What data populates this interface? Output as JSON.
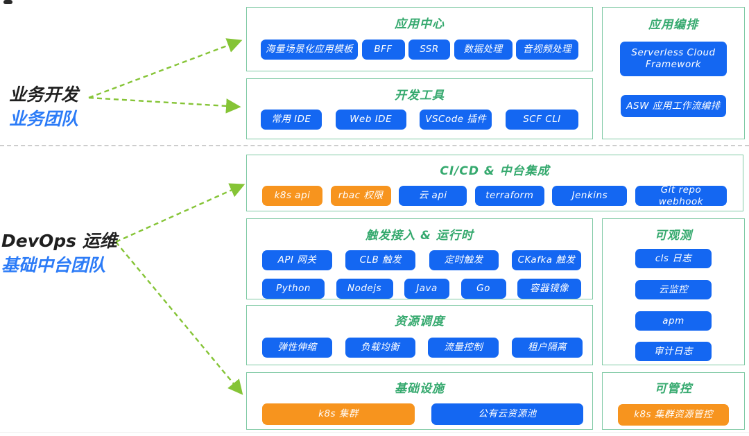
{
  "palette": {
    "pill_blue": "#1467F2",
    "pill_orange": "#F7941E",
    "box_border": "#7FC9A4",
    "title_green": "#35A96E",
    "arrow_green": "#85C436",
    "team_blue": "#2B7BF7",
    "role_black": "#1F1F1F",
    "divider_gray": "#CDCDCD"
  },
  "actors": {
    "business": {
      "role": "业务开发",
      "team": "业务团队"
    },
    "devops": {
      "role": "DevOps 运维",
      "team": "基础中台团队"
    }
  },
  "boxes": {
    "app_center": {
      "title": "应用中心",
      "items": [
        "海量场景化应用模板",
        "BFF",
        "SSR",
        "数据处理",
        "音视频处理"
      ]
    },
    "dev_tools": {
      "title": "开发工具",
      "items": [
        "常用 IDE",
        "Web IDE",
        "VSCode 插件",
        "SCF CLI"
      ]
    },
    "app_orchestration": {
      "title": "应用编排",
      "items": [
        "Serverless Cloud Framework",
        "ASW 应用工作流编排"
      ]
    },
    "cicd": {
      "title": "CI/CD & 中台集成",
      "items": [
        "k8s api",
        "rbac 权限",
        "云 api",
        "terraform",
        "Jenkins",
        "Git repo webhook"
      ]
    },
    "trigger_runtime": {
      "title": "触发接入 & 运行时",
      "row1": [
        "API 网关",
        "CLB 触发",
        "定时触发",
        "CKafka 触发"
      ],
      "row2": [
        "Python",
        "Nodejs",
        "Java",
        "Go",
        "容器镜像"
      ]
    },
    "observability": {
      "title": "可观测",
      "items": [
        "cls 日志",
        "云监控",
        "apm",
        "审计日志"
      ]
    },
    "scheduling": {
      "title": "资源调度",
      "items": [
        "弹性伸缩",
        "负载均衡",
        "流量控制",
        "租户隔离"
      ]
    },
    "infrastructure": {
      "title": "基础设施",
      "items": [
        "k8s 集群",
        "公有云资源池"
      ]
    },
    "governance": {
      "title": "可管控",
      "items": [
        "k8s 集群资源管控"
      ]
    }
  }
}
